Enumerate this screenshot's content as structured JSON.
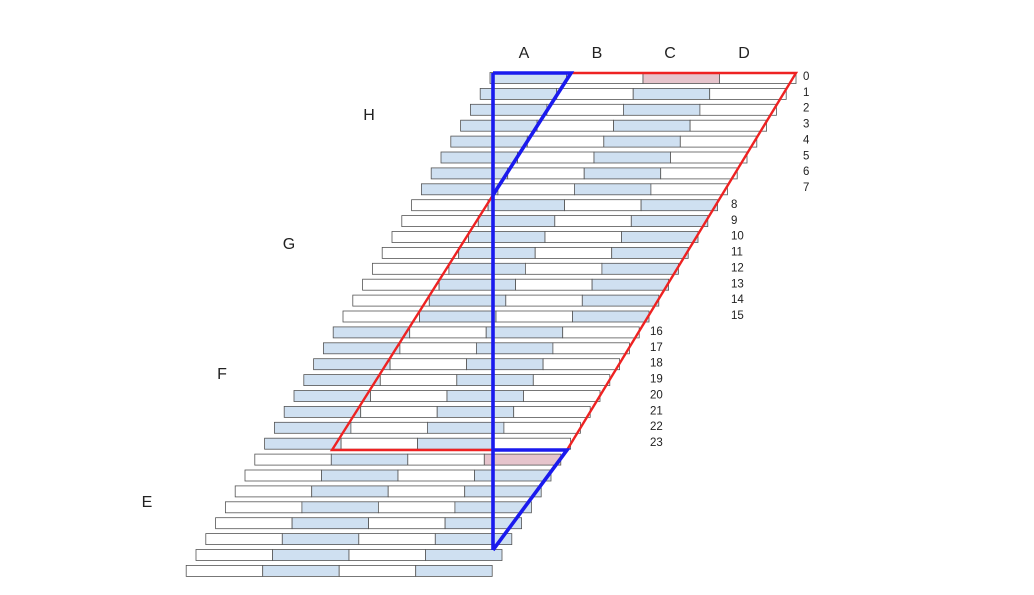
{
  "diagram": {
    "column_labels": [
      "A",
      "B",
      "C",
      "D"
    ],
    "region_labels": [
      "H",
      "G",
      "F",
      "E"
    ],
    "row_labels": [
      "0",
      "1",
      "2",
      "3",
      "4",
      "5",
      "6",
      "7",
      "8",
      "9",
      "10",
      "11",
      "12",
      "13",
      "14",
      "15",
      "16",
      "17",
      "18",
      "19",
      "20",
      "21",
      "22",
      "23"
    ],
    "colors": {
      "shaded_cell": "#cfe0f1",
      "plain_cell": "#ffffff",
      "cell_border": "#555555",
      "red_outline": "#ee2222",
      "blue_outline": "#1a1aee",
      "highlight_cell": "#e6c4cc"
    }
  }
}
